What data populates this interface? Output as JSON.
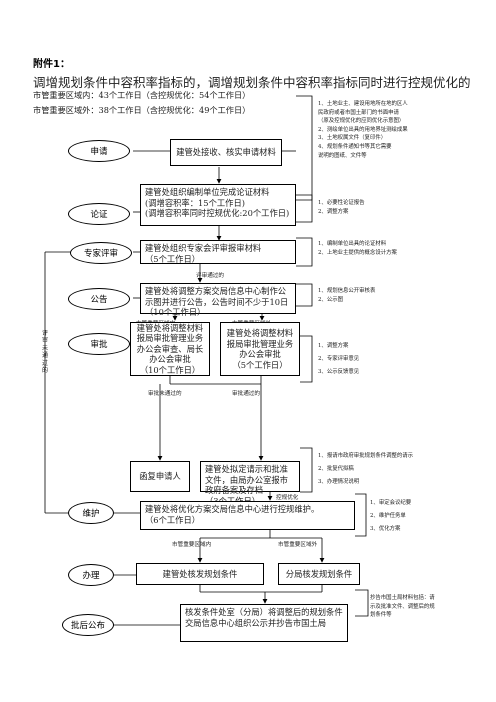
{
  "header": {
    "attachment": "附件1：",
    "title": "调增规划条件中容积率指标的，调增规划条件中容积率指标同时进行控规优化的",
    "meta_inside": "市管重要区域内：43个工作日（含控规优化：54个工作日）",
    "meta_outside": "市管重要区域外：38个工作日（含控规优化：49个工作日）"
  },
  "stages": {
    "apply": "申请",
    "review": "论证",
    "expert": "专家评审",
    "publicity": "公告",
    "approval": "审批",
    "maintain": "维护",
    "process": "办理",
    "post": "批后公布"
  },
  "boxes": {
    "apply": "建管处接收、核实申请材料",
    "review": "建管处组织编制单位完成论证材料\n(调增容积率：15个工作日)\n(调增容积率同时控规优化:20个工作日)",
    "expert": "建管处组织专家会评审报审材料\n（5个工作日）",
    "publicity": "建管处将调整方案交局信息中心制作公示图并进行公告，公告时间不少于10日（10个工作日）",
    "approval_inside": "建管处将调整材料报局审批管理业务办公会审查、局长办公会审批\n（10个工作日）",
    "approval_outside": "建管处将调整材料报局审批管理业务办公会审批\n（5个工作日）",
    "reject": "函复申请人",
    "approve": "建管处拟定请示和批准文件，由局办公室报市政府备案及存档\n（3个工作日）",
    "maintain": "建管处将优化方案交局信息中心进行控规维护。\n（6个工作日）",
    "issue_inside": "建管处核发规划条件",
    "issue_outside": "分局核发规划条件",
    "post": "核发条件处室（分局）将调整后的规划条件交局信息中心组织公示并抄告市国土局"
  },
  "notes": {
    "apply": "1、土地业主、建设用地所在地的区人\n民政府或者市国土部门的书面申请\n（原及控规优化的应同优化示意图）\n2、测绘单位出具的用地界址测绘成果\n3、土地权属文件（复印件）\n4、规划条件通知书等其它需要\n说明的图纸、文件等",
    "review": "1、必要性论证报告\n2、调整方案",
    "expert": "1、编制单位出具的论证材料\n2、上地业主提供的概念设计方案",
    "publicity": "1、规划信息公开审核表\n2、公示图",
    "approval": "1、调整方案\n2、专家评审意见\n3、公示反馈意见",
    "approve": "1、报请市政府审批规划条件调整的请示\n2、批复代拟稿\n3、办理情况说明",
    "maintain": "1、审定会议纪要\n2、维护任务单\n3、优化方案",
    "post": "抄告市国土局材料包括：请\n示及批准文件、调整后的规\n划条件等"
  },
  "labels": {
    "passed": "评审通过的",
    "inside": "市管重要区域内",
    "outside": "市管重要区域外",
    "not_passed": "审批未通过的",
    "approved": "审批通过的",
    "ctrl_opt": "控规优化",
    "review_failed": "评审未通过的"
  }
}
